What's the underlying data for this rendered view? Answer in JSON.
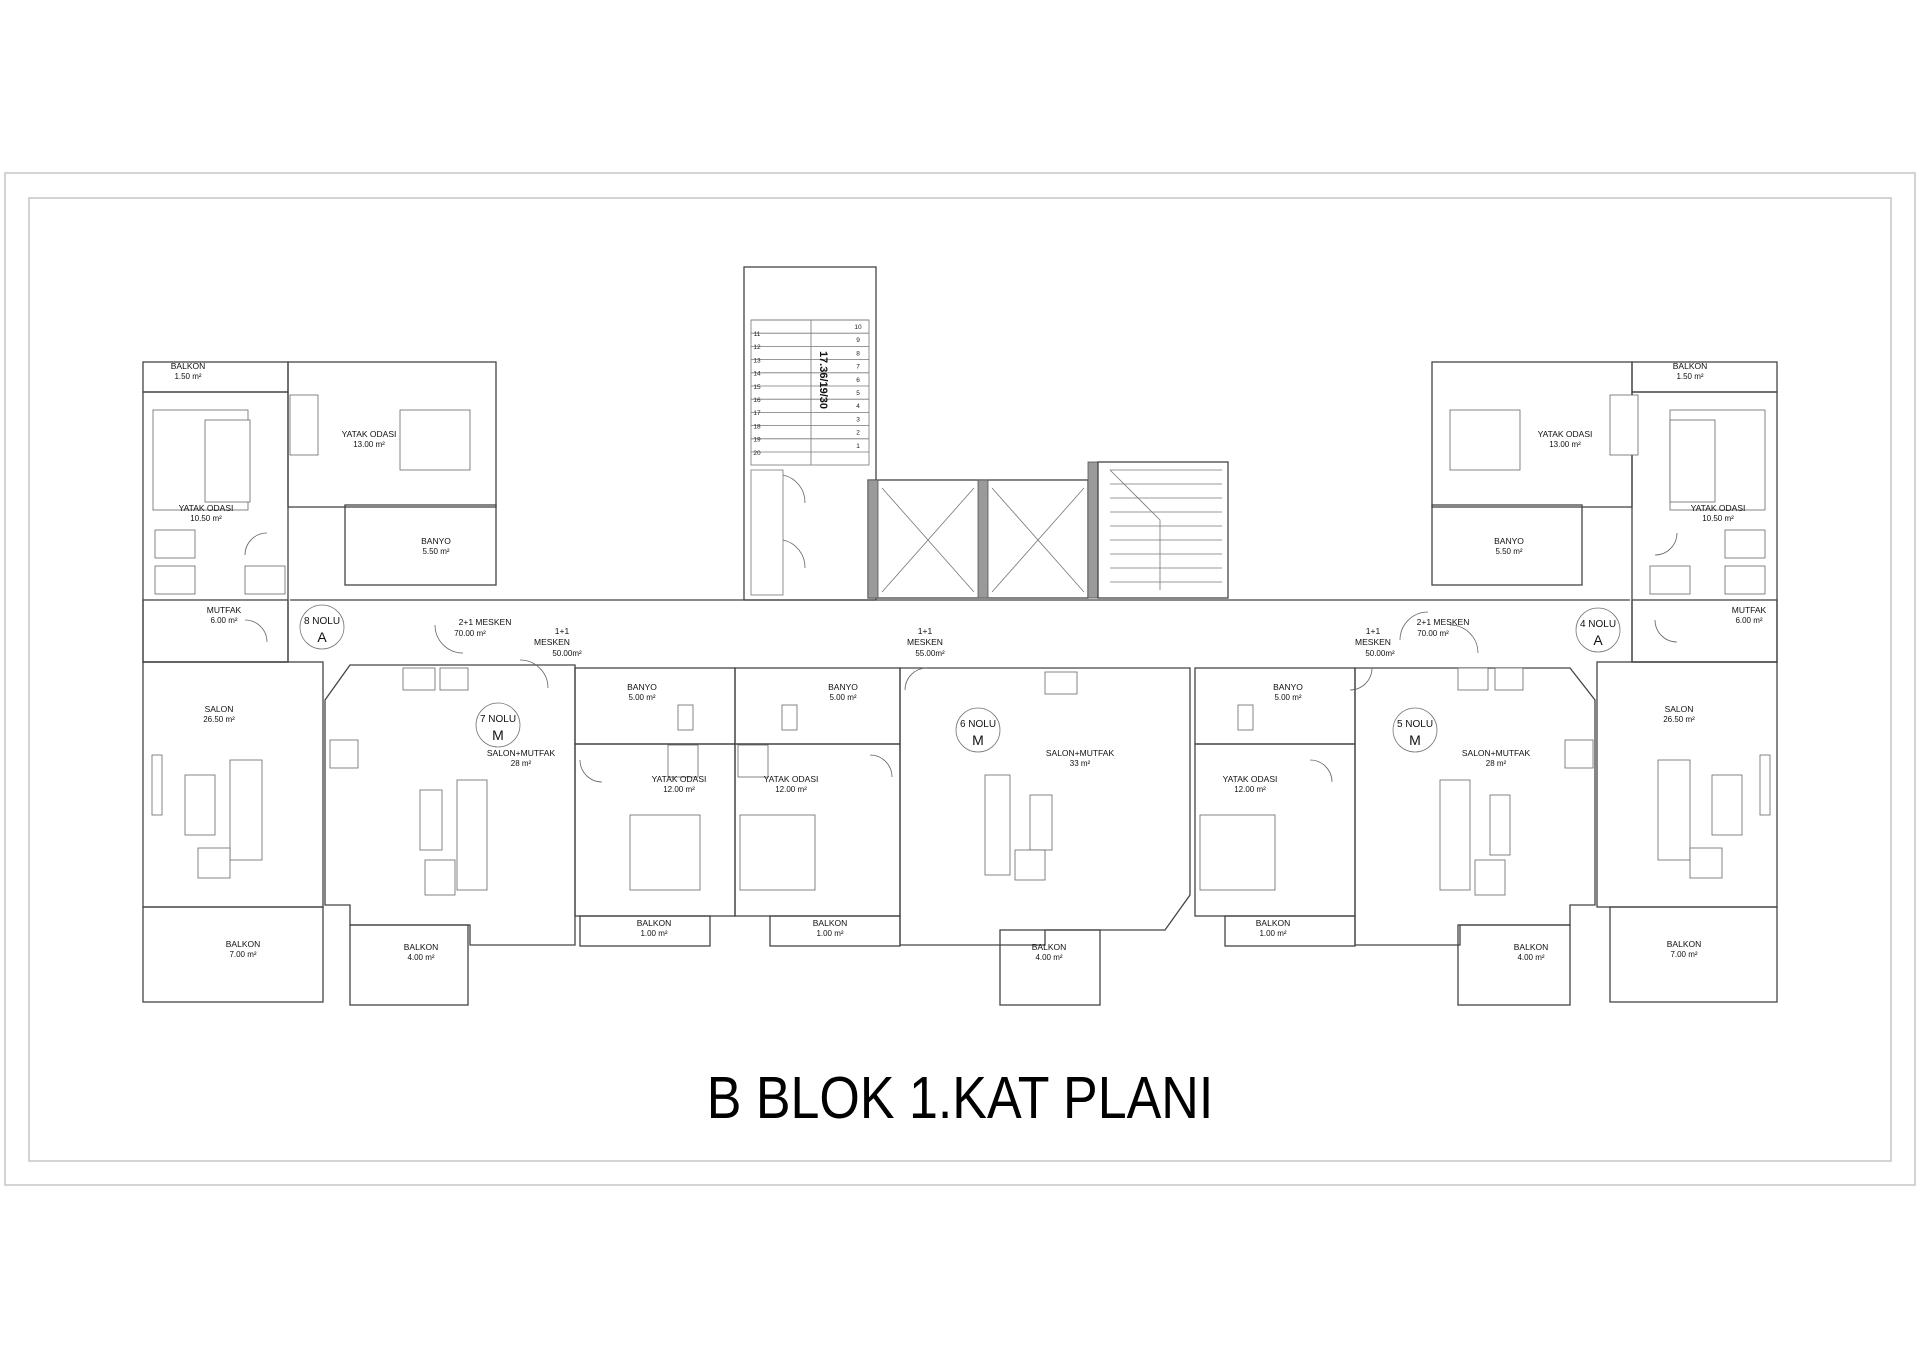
{
  "title": "B BLOK 1.KAT PLANI",
  "stair_note": "17.36/19/30",
  "stair_steps_right": [
    "10",
    "9",
    "8",
    "7",
    "6",
    "5",
    "4",
    "3",
    "2",
    "1"
  ],
  "stair_steps_left": [
    "11",
    "12",
    "13",
    "14",
    "15",
    "16",
    "17",
    "18",
    "19",
    "20"
  ],
  "unit_tags": [
    {
      "id": "tag-8",
      "line1": "8 NOLU",
      "line2": "A"
    },
    {
      "id": "tag-7",
      "line1": "7 NOLU",
      "line2": "M"
    },
    {
      "id": "tag-6",
      "line1": "6 NOLU",
      "line2": "M"
    },
    {
      "id": "tag-5",
      "line1": "5 NOLU",
      "line2": "M"
    },
    {
      "id": "tag-4",
      "line1": "4 NOLU",
      "line2": "A"
    }
  ],
  "mesken_labels": [
    {
      "id": "m-left-21",
      "line1": "2+1 MESKEN",
      "line2": "70.00 m²"
    },
    {
      "id": "m-left-11",
      "line1": "1+1",
      "line2": "MESKEN",
      "line3": "50.00m²"
    },
    {
      "id": "m-center",
      "line1": "1+1",
      "line2": "MESKEN",
      "line3": "55.00m²"
    },
    {
      "id": "m-right-11",
      "line1": "1+1",
      "line2": "MESKEN",
      "line3": "50.00m²"
    },
    {
      "id": "m-right-21",
      "line1": "2+1 MESKEN",
      "line2": "70.00 m²"
    }
  ],
  "rooms": [
    {
      "name": "BALKON",
      "area": "1.50 m²"
    },
    {
      "name": "YATAK ODASI",
      "area": "13.00 m²"
    },
    {
      "name": "YATAK ODASI",
      "area": "10.50 m²"
    },
    {
      "name": "BANYO",
      "area": "5.50 m²"
    },
    {
      "name": "MUTFAK",
      "area": "6.00 m²"
    },
    {
      "name": "SALON",
      "area": "26.50 m²"
    },
    {
      "name": "BALKON",
      "area": "7.00 m²"
    },
    {
      "name": "SALON+MUTFAK",
      "area": "28 m²"
    },
    {
      "name": "BALKON",
      "area": "4.00 m²"
    },
    {
      "name": "BANYO",
      "area": "5.00 m²"
    },
    {
      "name": "YATAK ODASI",
      "area": "12.00 m²"
    },
    {
      "name": "BALKON",
      "area": "1.00 m²"
    },
    {
      "name": "BANYO",
      "area": "5.00 m²"
    },
    {
      "name": "YATAK ODASI",
      "area": "12.00 m²"
    },
    {
      "name": "BALKON",
      "area": "1.00 m²"
    },
    {
      "name": "SALON+MUTFAK",
      "area": "33 m²"
    },
    {
      "name": "BALKON",
      "area": "4.00 m²"
    },
    {
      "name": "BANYO",
      "area": "5.00 m²"
    },
    {
      "name": "YATAK ODASI",
      "area": "12.00 m²"
    },
    {
      "name": "BALKON",
      "area": "1.00 m²"
    },
    {
      "name": "SALON+MUTFAK",
      "area": "28 m²"
    },
    {
      "name": "BALKON",
      "area": "4.00 m²"
    },
    {
      "name": "YATAK ODASI",
      "area": "13.00 m²"
    },
    {
      "name": "BALKON",
      "area": "1.50 m²"
    },
    {
      "name": "YATAK ODASI",
      "area": "10.50 m²"
    },
    {
      "name": "BANYO",
      "area": "5.50 m²"
    },
    {
      "name": "MUTFAK",
      "area": "6.00 m²"
    },
    {
      "name": "SALON",
      "area": "26.50 m²"
    },
    {
      "name": "BALKON",
      "area": "7.00 m²"
    }
  ],
  "colors": {
    "frame": "#b8b8b8",
    "wall": "#444444",
    "pier": "#9a9a9a"
  }
}
